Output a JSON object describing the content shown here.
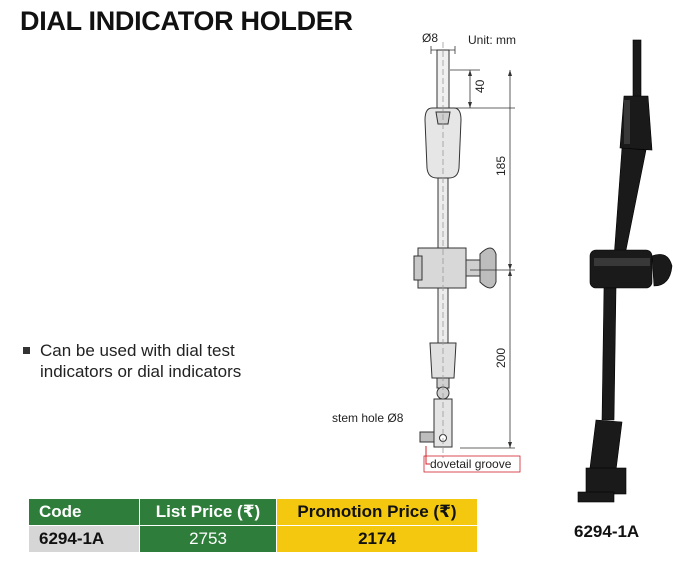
{
  "header": {
    "title": "DIAL INDICATOR HOLDER"
  },
  "features": [
    {
      "line1": "Can be used with dial test",
      "line2": "indicators or dial indicators"
    }
  ],
  "diagram": {
    "unit_label": "Unit: mm",
    "dia_top_label": "Ø8",
    "dim_top": "40",
    "dim_mid": "185",
    "dim_low": "200",
    "stem_hole_label": "stem hole Ø8",
    "dovetail_label": "dovetail groove",
    "accent_color": "#d0202a"
  },
  "photo": {
    "caption": "6294-1A"
  },
  "price_table": {
    "headers": {
      "code": "Code",
      "list": "List Price (₹)",
      "promo": "Promotion Price (₹)"
    },
    "rows": [
      {
        "code": "6294-1A",
        "list": "2753",
        "promo": "2174"
      }
    ],
    "colors": {
      "green": "#2e7d3a",
      "yellow": "#f3c80f",
      "gray": "#d6d6d6"
    }
  }
}
